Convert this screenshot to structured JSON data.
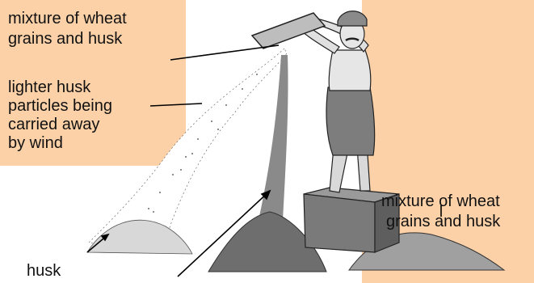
{
  "colors": {
    "background": "#ffffff",
    "accent": "#fcd1a8",
    "ink": "#111111"
  },
  "labels": {
    "top_mixture_line1": "mixture of wheat",
    "top_mixture_line2": "grains and husk",
    "husk_line1": "lighter husk",
    "husk_line2": "particles being",
    "husk_line3": "carried away",
    "husk_line4": "by wind",
    "pile_mixture_line1": "mixture of wheat",
    "pile_mixture_line2": "grains and husk",
    "husk_pile": "husk"
  }
}
